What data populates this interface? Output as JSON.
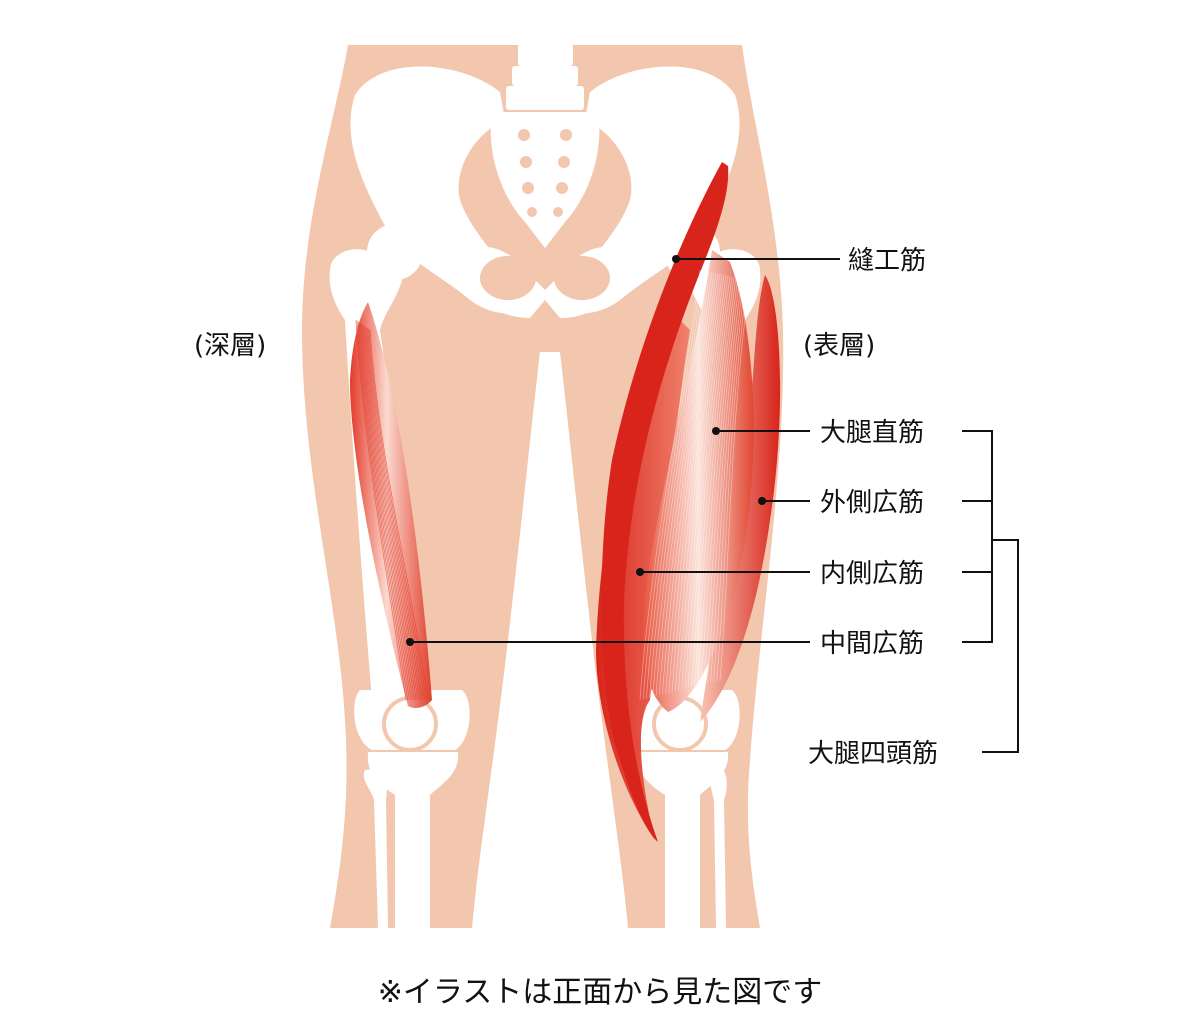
{
  "labels": {
    "deep_layer": "(深層)",
    "surface_layer": "(表層)",
    "sartorius": "縫工筋",
    "rectus_femoris": "大腿直筋",
    "vastus_lateralis": "外側広筋",
    "vastus_medialis": "内側広筋",
    "vastus_intermedius": "中間広筋",
    "quadriceps": "大腿四頭筋"
  },
  "footnote": "※イラストは正面から見た図です",
  "colors": {
    "skin": "#f2c7ae",
    "bone": "#ffffff",
    "muscle_dark": "#d8241b",
    "muscle_mid": "#e44a35",
    "muscle_light": "#f6b8a6",
    "text": "#111111"
  }
}
